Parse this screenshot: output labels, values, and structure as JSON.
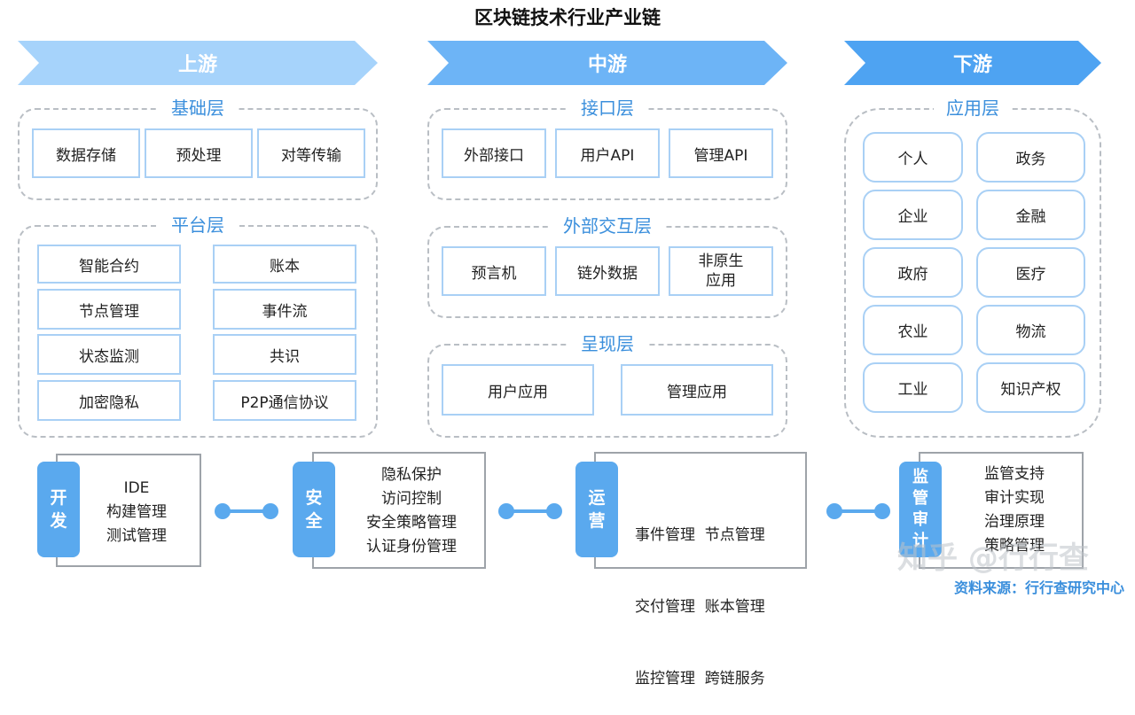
{
  "title": "区块链技术行业产业链",
  "stages": [
    "上游",
    "中游",
    "下游"
  ],
  "upstream": {
    "base_layer": {
      "label": "基础层",
      "items": [
        "数据存储",
        "预处理",
        "对等传输"
      ]
    },
    "platform_layer": {
      "label": "平台层",
      "items": [
        "智能合约",
        "账本",
        "节点管理",
        "事件流",
        "状态监测",
        "共识",
        "加密隐私",
        "P2P通信协议"
      ]
    }
  },
  "midstream": {
    "interface_layer": {
      "label": "接口层",
      "items": [
        "外部接口",
        "用户API",
        "管理API"
      ]
    },
    "interaction_layer": {
      "label": "外部交互层",
      "items": [
        "预言机",
        "链外数据",
        "非原生\n应用"
      ]
    },
    "presentation_layer": {
      "label": "呈现层",
      "items": [
        "用户应用",
        "管理应用"
      ]
    }
  },
  "downstream": {
    "application_layer": {
      "label": "应用层",
      "items": [
        "个人",
        "政务",
        "企业",
        "金融",
        "政府",
        "医疗",
        "农业",
        "物流",
        "工业",
        "知识产权"
      ]
    }
  },
  "bottom": [
    {
      "tab": "开\n发",
      "lines": [
        "IDE",
        "构建管理",
        "测试管理"
      ]
    },
    {
      "tab": "安\n全",
      "lines": [
        "隐私保护",
        "访问控制",
        "安全策略管理",
        "认证身份管理"
      ]
    },
    {
      "tab": "运\n营",
      "lines": [
        "事件管理  节点管理",
        "交付管理  账本管理",
        "监控管理  跨链服务"
      ]
    },
    {
      "tab": "监\n管\n审\n计",
      "lines": [
        "监管支持",
        "审计实现",
        "治理原理",
        "策略管理"
      ]
    }
  ],
  "watermark": "知乎 @行行查",
  "source": "资料来源：行行查研究中心",
  "colors": {
    "accent": "#3b8fdc",
    "arrow_light": "#a6d3fb",
    "arrow_mid": "#6db4f6",
    "arrow_dark": "#4ea3f2",
    "tab": "#5aa9ee",
    "cell_border": "#a9d0f5"
  }
}
